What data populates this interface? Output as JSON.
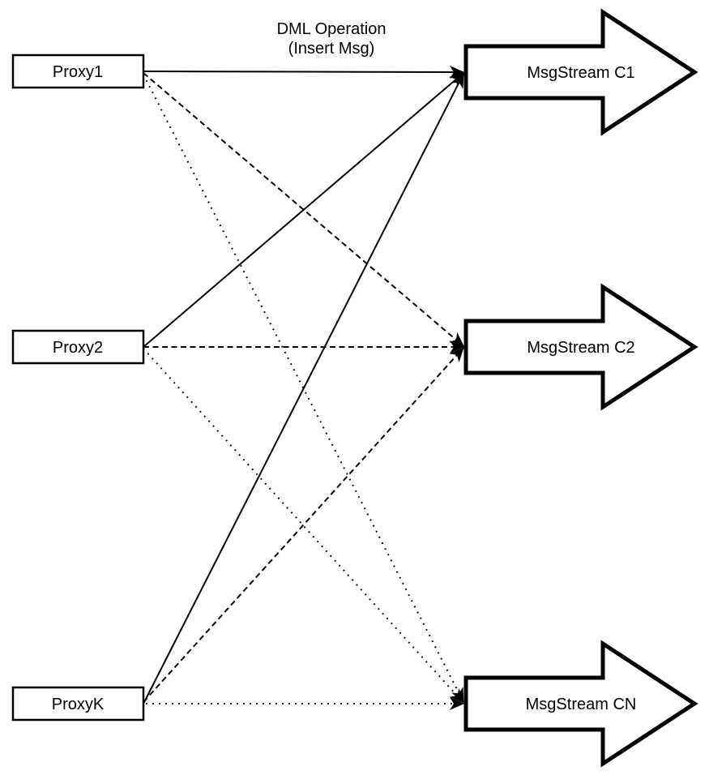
{
  "diagram": {
    "annotation": {
      "line1": "DML Operation",
      "line2": "(Insert Msg)"
    },
    "proxies": [
      {
        "id": "proxy1",
        "label": "Proxy1"
      },
      {
        "id": "proxy2",
        "label": "Proxy2"
      },
      {
        "id": "proxyK",
        "label": "ProxyK"
      }
    ],
    "streams": [
      {
        "id": "msgstream-c1",
        "label": "MsgStream C1"
      },
      {
        "id": "msgstream-c2",
        "label": "MsgStream C2"
      },
      {
        "id": "msgstream-cn",
        "label": "MsgStream CN"
      }
    ],
    "connections": [
      {
        "from": "Proxy1",
        "to": "MsgStream C1",
        "style": "solid",
        "label": "DML Operation (Insert Msg)"
      },
      {
        "from": "Proxy2",
        "to": "MsgStream C1",
        "style": "solid"
      },
      {
        "from": "ProxyK",
        "to": "MsgStream C1",
        "style": "solid"
      },
      {
        "from": "Proxy1",
        "to": "MsgStream C2",
        "style": "dashed"
      },
      {
        "from": "Proxy2",
        "to": "MsgStream C2",
        "style": "dashed"
      },
      {
        "from": "ProxyK",
        "to": "MsgStream C2",
        "style": "dashed"
      },
      {
        "from": "Proxy1",
        "to": "MsgStream CN",
        "style": "dotted"
      },
      {
        "from": "Proxy2",
        "to": "MsgStream CN",
        "style": "dotted"
      },
      {
        "from": "ProxyK",
        "to": "MsgStream CN",
        "style": "dotted"
      }
    ],
    "colors": {
      "stroke": "#000000",
      "background": "#ffffff",
      "node_fill": "#ffffff"
    }
  }
}
